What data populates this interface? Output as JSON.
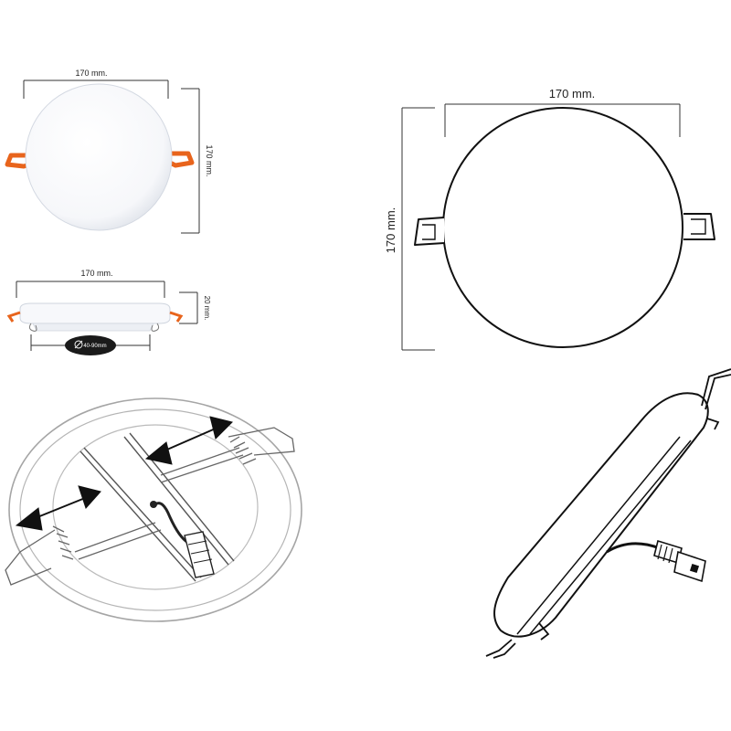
{
  "colors": {
    "line": "#111111",
    "dimension": "#333333",
    "panel_fill": "#ffffff",
    "panel_shadow": "#e2e6ee",
    "clip_accent": "#e8641c",
    "label_background": "#1a1a1a",
    "ghost_line": "#9a9a9a"
  },
  "photo_front": {
    "width_label": "170 mm.",
    "height_label": "170 mm."
  },
  "photo_side": {
    "width_label": "170 mm.",
    "depth_label": "20 mm.",
    "cutout_label": "40-90mm"
  },
  "drawing_front": {
    "width_label": "170 mm.",
    "height_label": "170 mm."
  },
  "icons": {
    "diameter_symbol": "diameter-icon",
    "adjust_arrow": "double-arrow-icon",
    "connector": "cable-connector-icon"
  }
}
